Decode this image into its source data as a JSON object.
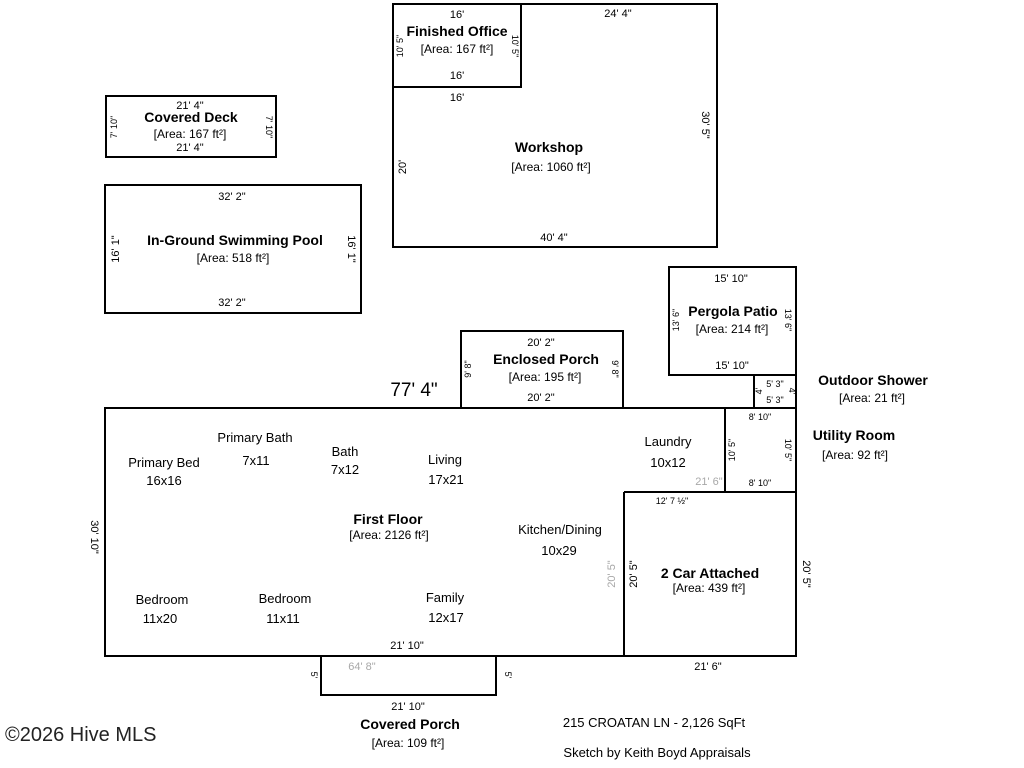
{
  "overall_dim": "77' 4\"",
  "areas": {
    "office": {
      "name": "Finished Office",
      "area": "[Area: 167 ft²]",
      "top": "16'",
      "bottom": "16'",
      "bottom2": "16'",
      "left": "10' 5\"",
      "right": "10' 5\""
    },
    "workshop": {
      "name": "Workshop",
      "area": "[Area: 1060 ft²]",
      "top": "24' 4\"",
      "bottom": "40' 4\"",
      "left": "20'",
      "right": "30' 5\""
    },
    "deck": {
      "name": "Covered Deck",
      "area": "[Area: 167 ft²]",
      "top": "21' 4\"",
      "bottom": "21' 4\"",
      "left": "7' 10\"",
      "right": "7' 10\""
    },
    "pool": {
      "name": "In-Ground Swimming Pool",
      "area": "[Area: 518 ft²]",
      "top": "32' 2\"",
      "bottom": "32' 2\"",
      "left": "16' 1\"",
      "right": "16' 1\""
    },
    "pergola": {
      "name": "Pergola Patio",
      "area": "[Area: 214 ft²]",
      "top": "15' 10\"",
      "bottom": "15' 10\"",
      "left": "13' 6\"",
      "right": "13' 6\""
    },
    "enclosed": {
      "name": "Enclosed Porch",
      "area": "[Area: 195 ft²]",
      "top": "20' 2\"",
      "bottom": "20' 2\"",
      "left": "9' 8\"",
      "right": "9' 8\""
    },
    "shower": {
      "name": "Outdoor Shower",
      "area": "[Area: 21 ft²]",
      "top": "5' 3\"",
      "bottom": "5' 3\"",
      "left": "4'",
      "right": "4'"
    },
    "utility": {
      "name": "Utility Room",
      "area": "[Area: 92 ft²]",
      "top": "8' 10\"",
      "bottom": "8' 10\"",
      "left": "10' 5\"",
      "right": "10' 5\""
    },
    "garage": {
      "name": "2 Car Attached",
      "area": "[Area: 439 ft²]",
      "top": "12' 7 ½\"",
      "bottom": "21' 6\"",
      "left": "20' 5\"",
      "right": "20' 5\""
    },
    "first": {
      "name": "First Floor",
      "area": "[Area: 2126 ft²]",
      "left": "30' 10\"",
      "bottom": "21' 10\"",
      "inner_right": "20' 5\"",
      "inner_top": "21' 6\"",
      "porch_top": "64' 8\""
    },
    "covered_porch": {
      "name": "Covered Porch",
      "area": "[Area: 109 ft²]",
      "bottom": "21' 10\"",
      "left": "5'",
      "right": "5'"
    }
  },
  "rooms": [
    {
      "name": "Primary Bath",
      "size": "7x11"
    },
    {
      "name": "Primary Bed",
      "size": "16x16"
    },
    {
      "name": "Bath",
      "size": "7x12"
    },
    {
      "name": "Living",
      "size": "17x21"
    },
    {
      "name": "Laundry",
      "size": "10x12"
    },
    {
      "name": "Kitchen/Dining",
      "size": "10x29"
    },
    {
      "name": "Bedroom",
      "size": "11x20"
    },
    {
      "name": "Bedroom",
      "size": "11x11"
    },
    {
      "name": "Family",
      "size": "12x17"
    }
  ],
  "footer": {
    "address": "215 CROATAN LN - 2,126 SqFt",
    "credit": "Sketch by Keith Boyd Appraisals"
  },
  "watermark": "©2026 Hive MLS"
}
